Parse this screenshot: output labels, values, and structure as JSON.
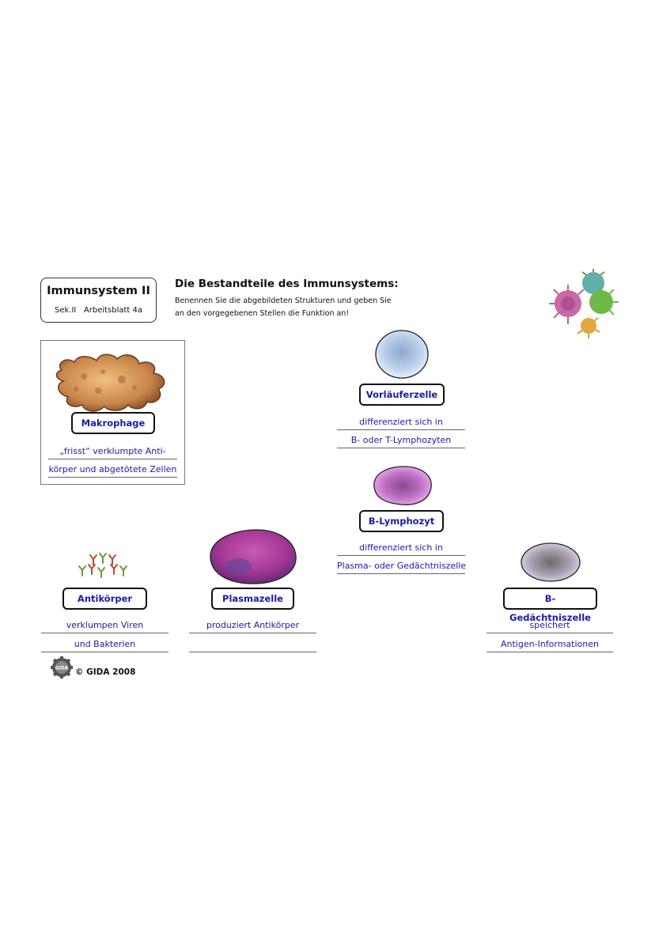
{
  "header": {
    "title": "Immunsystem II",
    "subtitle": "Sek.II   Arbeitsblatt 4a",
    "heading": "Die Bestandteile des Immunsystems:",
    "instruction_line1": "Benennen Sie die abgebildeten Strukturen und geben Sie",
    "instruction_line2": "an den vorgegebenen Stellen die Funktion an!"
  },
  "items": {
    "makrophage": {
      "label": "Makrophage",
      "line1": "„frisst“ verklumpte Anti-",
      "line2": "körper und abgetötete Zellen"
    },
    "vorlaeuferzelle": {
      "label": "Vorläuferzelle",
      "line1": "differenziert sich in",
      "line2": "B- oder T-Lymphozyten"
    },
    "b_lymphozyt": {
      "label": "B-Lymphozyt",
      "line1": "differenziert sich in",
      "line2": "Plasma- oder Gedächtniszelle"
    },
    "antikoerper": {
      "label": "Antikörper",
      "line1": "verklumpen Viren",
      "line2": "und Bakterien"
    },
    "plasmazelle": {
      "label": "Plasmazelle",
      "line1": "produziert Antikörper",
      "line2": ""
    },
    "b_gedaechtniszelle": {
      "label": "B-Gedächtniszelle",
      "line1": "speichert",
      "line2": "Antigen-Informationen"
    }
  },
  "footer": {
    "copyright": "© GIDA 2008",
    "logo_text": "GIDA"
  },
  "colors": {
    "answer_text": "#1a1aa8",
    "border": "#111111"
  }
}
